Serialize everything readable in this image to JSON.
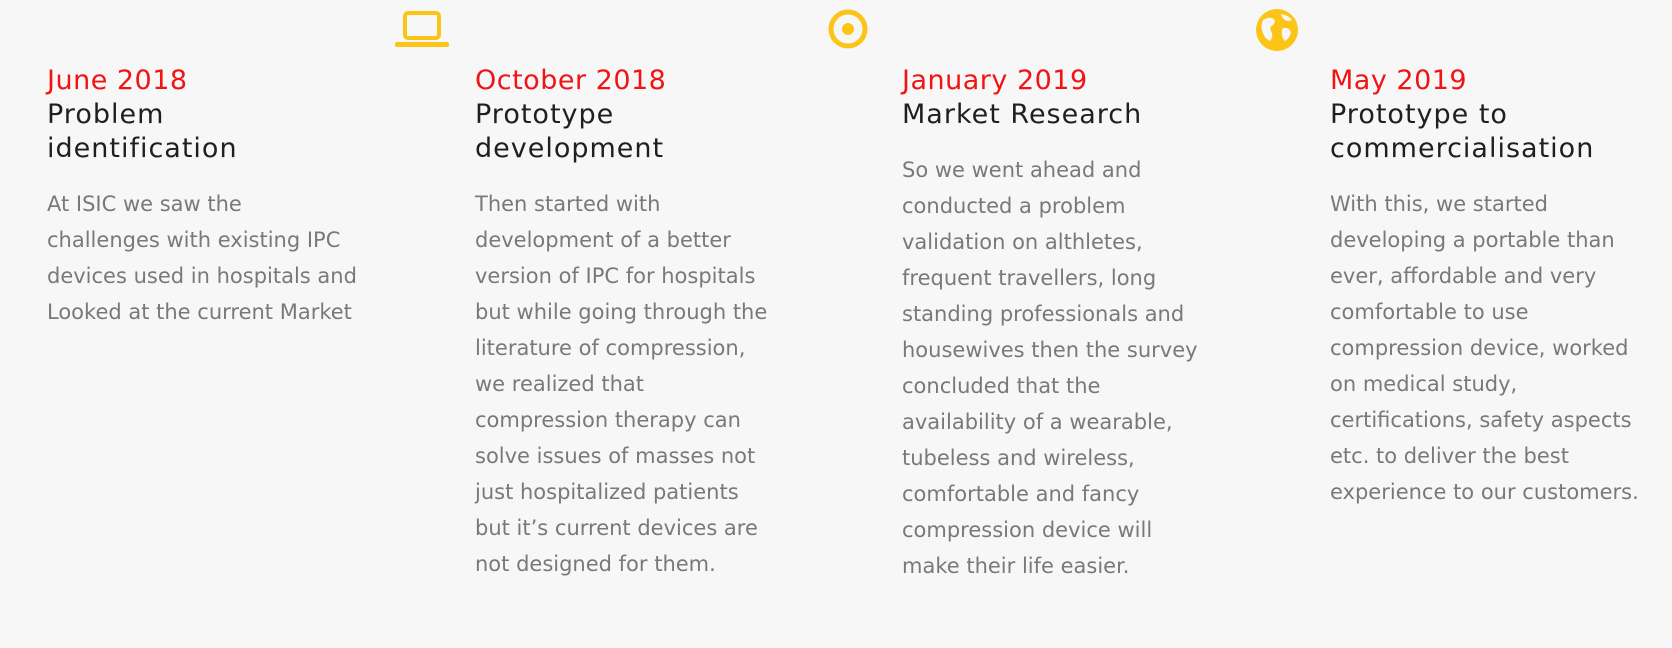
{
  "accent_color": "#f01414",
  "icon_color": "#fbc416",
  "milestones": [
    {
      "date": "June 2018",
      "title_line1": "Problem",
      "title_line2": "identification",
      "icon": "",
      "description": "At ISIC we saw the challenges with existing IPC devices used in hospitals and Looked at the current Market"
    },
    {
      "date": "October 2018",
      "title_line1": "Prototype",
      "title_line2": "development",
      "icon": "laptop-icon",
      "description": "Then started with development of a better version of IPC for hospitals but while going through the literature of compression, we realized that compression therapy can solve issues of masses not just hospitalized patients but it’s current devices are not designed for them."
    },
    {
      "date": "January 2019",
      "title_line1": "Market Research",
      "title_line2": "",
      "icon": "target-icon",
      "description": "So we went ahead and conducted a problem validation on althletes, frequent travellers, long standing professionals and housewives then the survey concluded that the availability of a wearable, tubeless and wireless, comfortable and fancy compression device will make their life easier."
    },
    {
      "date": "May 2019",
      "title_line1": "Prototype to",
      "title_line2": "commercialisation",
      "icon": "globe-icon",
      "description": "With this, we started developing a portable than ever, affordable and very comfortable to use compression device, worked on medical study, certifications, safety aspects etc. to deliver the best experience to our customers."
    }
  ]
}
